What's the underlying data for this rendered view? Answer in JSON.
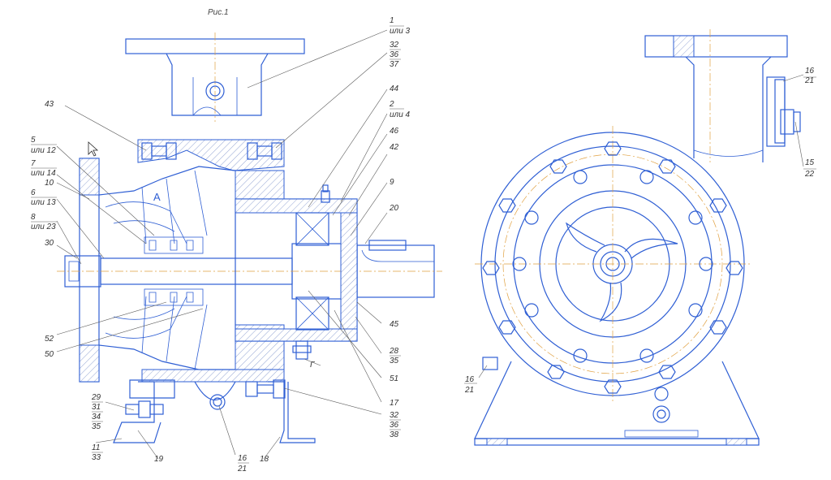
{
  "figure": {
    "title": "Рис.1",
    "section_marker": "А",
    "vent_mark": "Г"
  },
  "labels": {
    "l1a": "1",
    "l1b": "или 3",
    "l32a": "32",
    "l36a": "36",
    "l37": "37",
    "l44": "44",
    "l2a": "2",
    "l2b": "или 4",
    "l46": "46",
    "l42": "42",
    "l9": "9",
    "l20": "20",
    "l43": "43",
    "l5a": "5",
    "l5b": "или 12",
    "l7a": "7",
    "l7b": "или 14",
    "l10": "10",
    "l6a": "6",
    "l6b": "или 13",
    "l8a": "8",
    "l8b": "или 23",
    "l30": "30",
    "l52": "52",
    "l50": "50",
    "l45": "45",
    "l28": "28",
    "l35a": "35",
    "l51": "51",
    "l17": "17",
    "l32b": "32",
    "l36b": "36",
    "l38": "38",
    "l29": "29",
    "l31": "31",
    "l34": "34",
    "l35b": "35",
    "l11": "11",
    "l33": "33",
    "l19": "19",
    "l16a": "16",
    "l21a": "21",
    "l18": "18",
    "l16b": "16",
    "l21b": "21",
    "l15": "15",
    "l22": "22",
    "l16c": "16",
    "l21c": "21"
  }
}
